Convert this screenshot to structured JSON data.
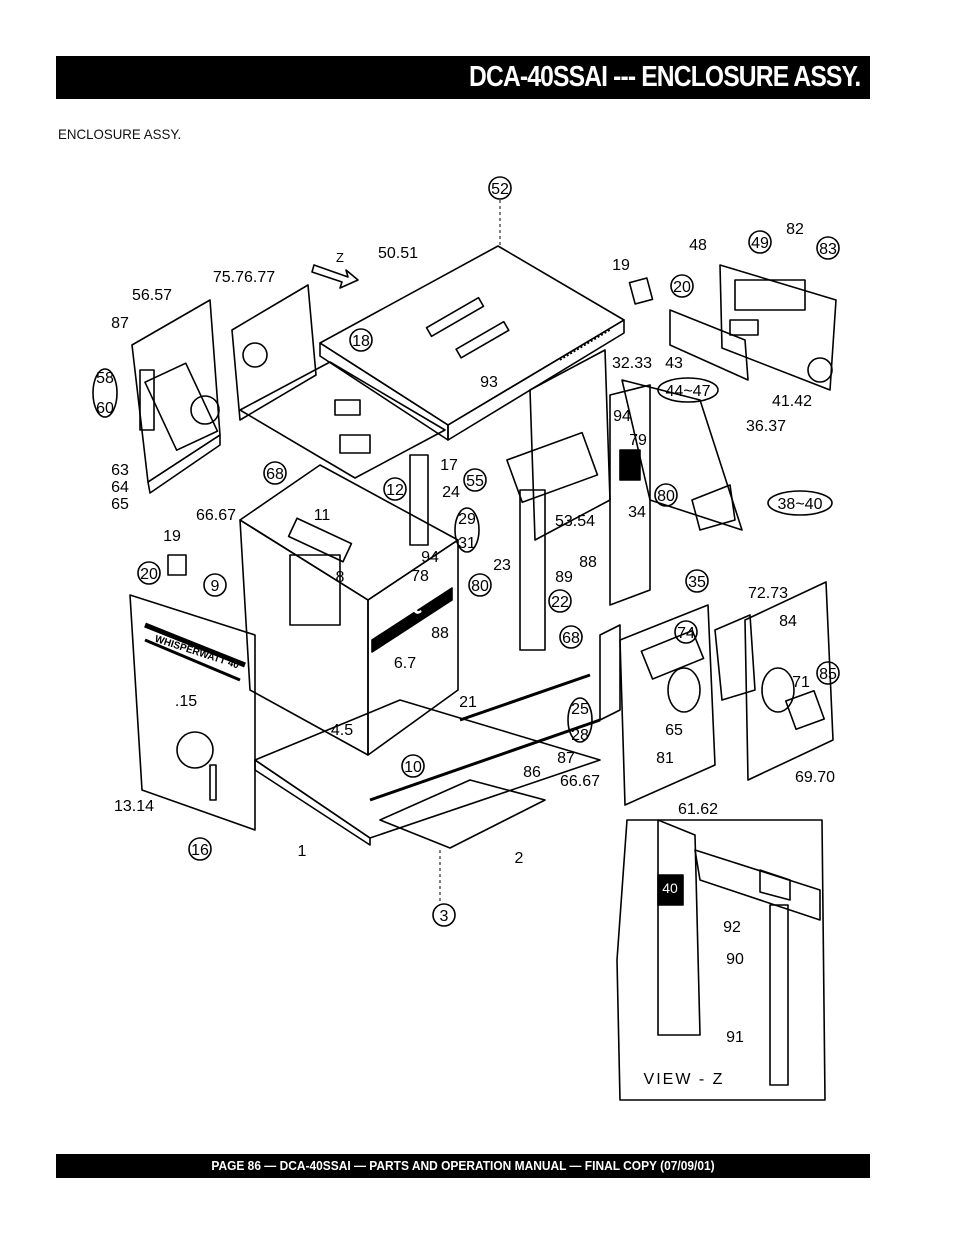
{
  "header": {
    "title": "DCA-40SSAI --- ENCLOSURE ASSY."
  },
  "section": {
    "subtitle": "ENCLOSURE ASSY."
  },
  "diagram": {
    "view_label": "VIEW - Z",
    "z_arrow_label": "Z",
    "panel_text_whisperwatt": "WHISPERWATT 40",
    "panel_logo": "MQ",
    "panel_model": "40",
    "callouts": {
      "c52": "52",
      "c5051": "50.51",
      "c19a": "19",
      "c20a": "20",
      "c48": "48",
      "c49": "49",
      "c82": "82",
      "c83": "83",
      "c757677": "75.76.77",
      "c5657": "56.57",
      "c87a": "87",
      "c58": "58",
      "c60": "60",
      "c18": "18",
      "c93": "93",
      "c3233": "32.33",
      "c43": "43",
      "c4447": "44~47",
      "c4142": "41.42",
      "c94a": "94",
      "c79": "79",
      "c3637": "36.37",
      "c63": "63",
      "c64": "64",
      "c65a": "65",
      "c68a": "68",
      "c17": "17",
      "c55": "55",
      "c24": "24",
      "c12": "12",
      "c80a": "80",
      "c3840": "38~40",
      "c6667a": "66.67",
      "c11": "11",
      "c29": "29",
      "c31": "31",
      "c5354": "53.54",
      "c34": "34",
      "c19b": "19",
      "c20b": "20",
      "c9": "9",
      "c8": "8",
      "c94b": "94",
      "c78": "78",
      "c23": "23",
      "c89": "89",
      "c88a": "88",
      "c35": "35",
      "c80b": "80",
      "c22": "22",
      "c7273": "72.73",
      "c68b": "68",
      "c74": "74",
      "c84": "84",
      "c88b": "88",
      "c67": "6.7",
      "c71": "71",
      "c85": "85",
      "c15": ".15",
      "c21": "21",
      "c25": "25",
      "c28": "28",
      "c65b": "65",
      "c45": "4.5",
      "c87b": "87",
      "c6667b": "66.67",
      "c81": "81",
      "c10": "10",
      "c86": "86",
      "c6970": "69.70",
      "c1314": "13.14",
      "c6162": "61.62",
      "c16": "16",
      "c1": "1",
      "c2": "2",
      "c3": "3",
      "c92": "92",
      "c90": "90",
      "c91": "91"
    }
  },
  "footer": {
    "text": "PAGE 86 — DCA-40SSAI — PARTS AND OPERATION  MANUAL   — FINAL COPY  (07/09/01)"
  }
}
